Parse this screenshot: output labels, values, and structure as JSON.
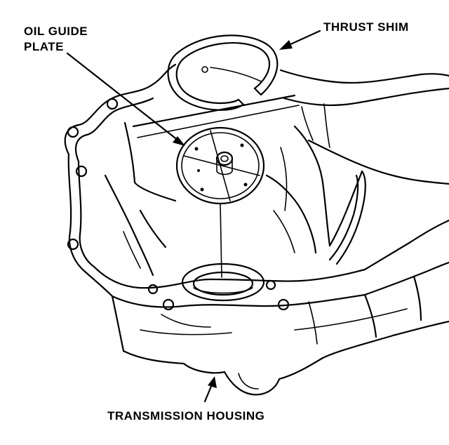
{
  "labels": {
    "oil_guide_plate_line1": "OIL GUIDE",
    "oil_guide_plate_line2": "PLATE",
    "thrust_shim": "THRUST SHIM",
    "transmission_housing": "TRANSMISSION HOUSING"
  },
  "colors": {
    "ink": "#000000",
    "paper": "#ffffff"
  }
}
